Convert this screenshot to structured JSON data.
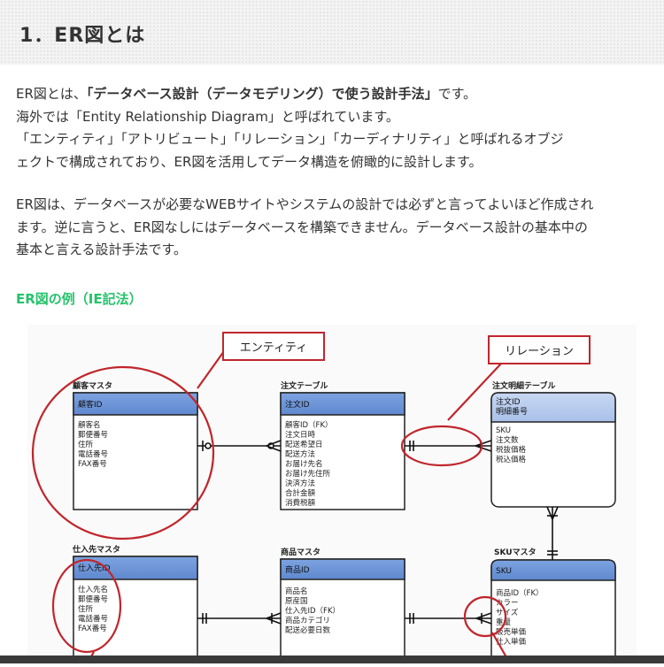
{
  "section": {
    "heading": "1．ER図とは"
  },
  "intro": {
    "line1_pre": "ER図とは、",
    "line1_bold": "「データベース設計（データモデリング）で使う設計手法」",
    "line1_post": "です。",
    "line2": "海外では「Entity Relationship Diagram」と呼ばれています。",
    "line3": "「エンティティ」「アトリビュート」「リレーション」「カーディナリティ」と呼ばれるオブジ",
    "line4": "ェクトで構成されており、ER図を活用してデータ構造を俯瞰的に設計します。"
  },
  "second": {
    "line1": "ER図は、データベースが必要なWEBサイトやシステムの設計では必ずと言ってよいほど作成され",
    "line2": "ます。逆に言うと、ER図なしにはデータベースを構築できません。データベース設計の基本中の",
    "line3": "基本と言える設計手法です。"
  },
  "subheading": "ER図の例（IE記法）",
  "diagram": {
    "callout_entity": "エンティティ",
    "callout_relation": "リレーション",
    "customer": {
      "title": "顧客マスタ",
      "pk": "顧客ID",
      "attrs": [
        "顧客名",
        "郵便番号",
        "住所",
        "電話番号",
        "FAX番号"
      ]
    },
    "order": {
      "title": "注文テーブル",
      "pk": "注文ID",
      "attrs": [
        "顧客ID（FK）",
        "注文日時",
        "配送希望日",
        "配送方法",
        "お届け先名",
        "お届け先住所",
        "決済方法",
        "合計金額",
        "消費税額"
      ]
    },
    "order_detail": {
      "title": "注文明細テーブル",
      "pk1": "注文ID",
      "pk2": "明細番号",
      "attrs": [
        "SKU",
        "注文数",
        "税抜価格",
        "税込価格"
      ]
    },
    "supplier": {
      "title": "仕入先マスタ",
      "pk": "仕入先ID",
      "attrs": [
        "仕入先名",
        "郵便番号",
        "住所",
        "電話番号",
        "FAX番号"
      ]
    },
    "product": {
      "title": "商品マスタ",
      "pk": "商品ID",
      "attrs": [
        "商品名",
        "原産国",
        "仕入先ID（FK）",
        "商品カテゴリ",
        "配送必要日数"
      ]
    },
    "sku": {
      "title": "SKUマスタ",
      "pk": "SKU",
      "attrs": [
        "商品ID（FK）",
        "カラー",
        "サイズ",
        "重量",
        "販売単価",
        "仕入単価"
      ]
    }
  }
}
